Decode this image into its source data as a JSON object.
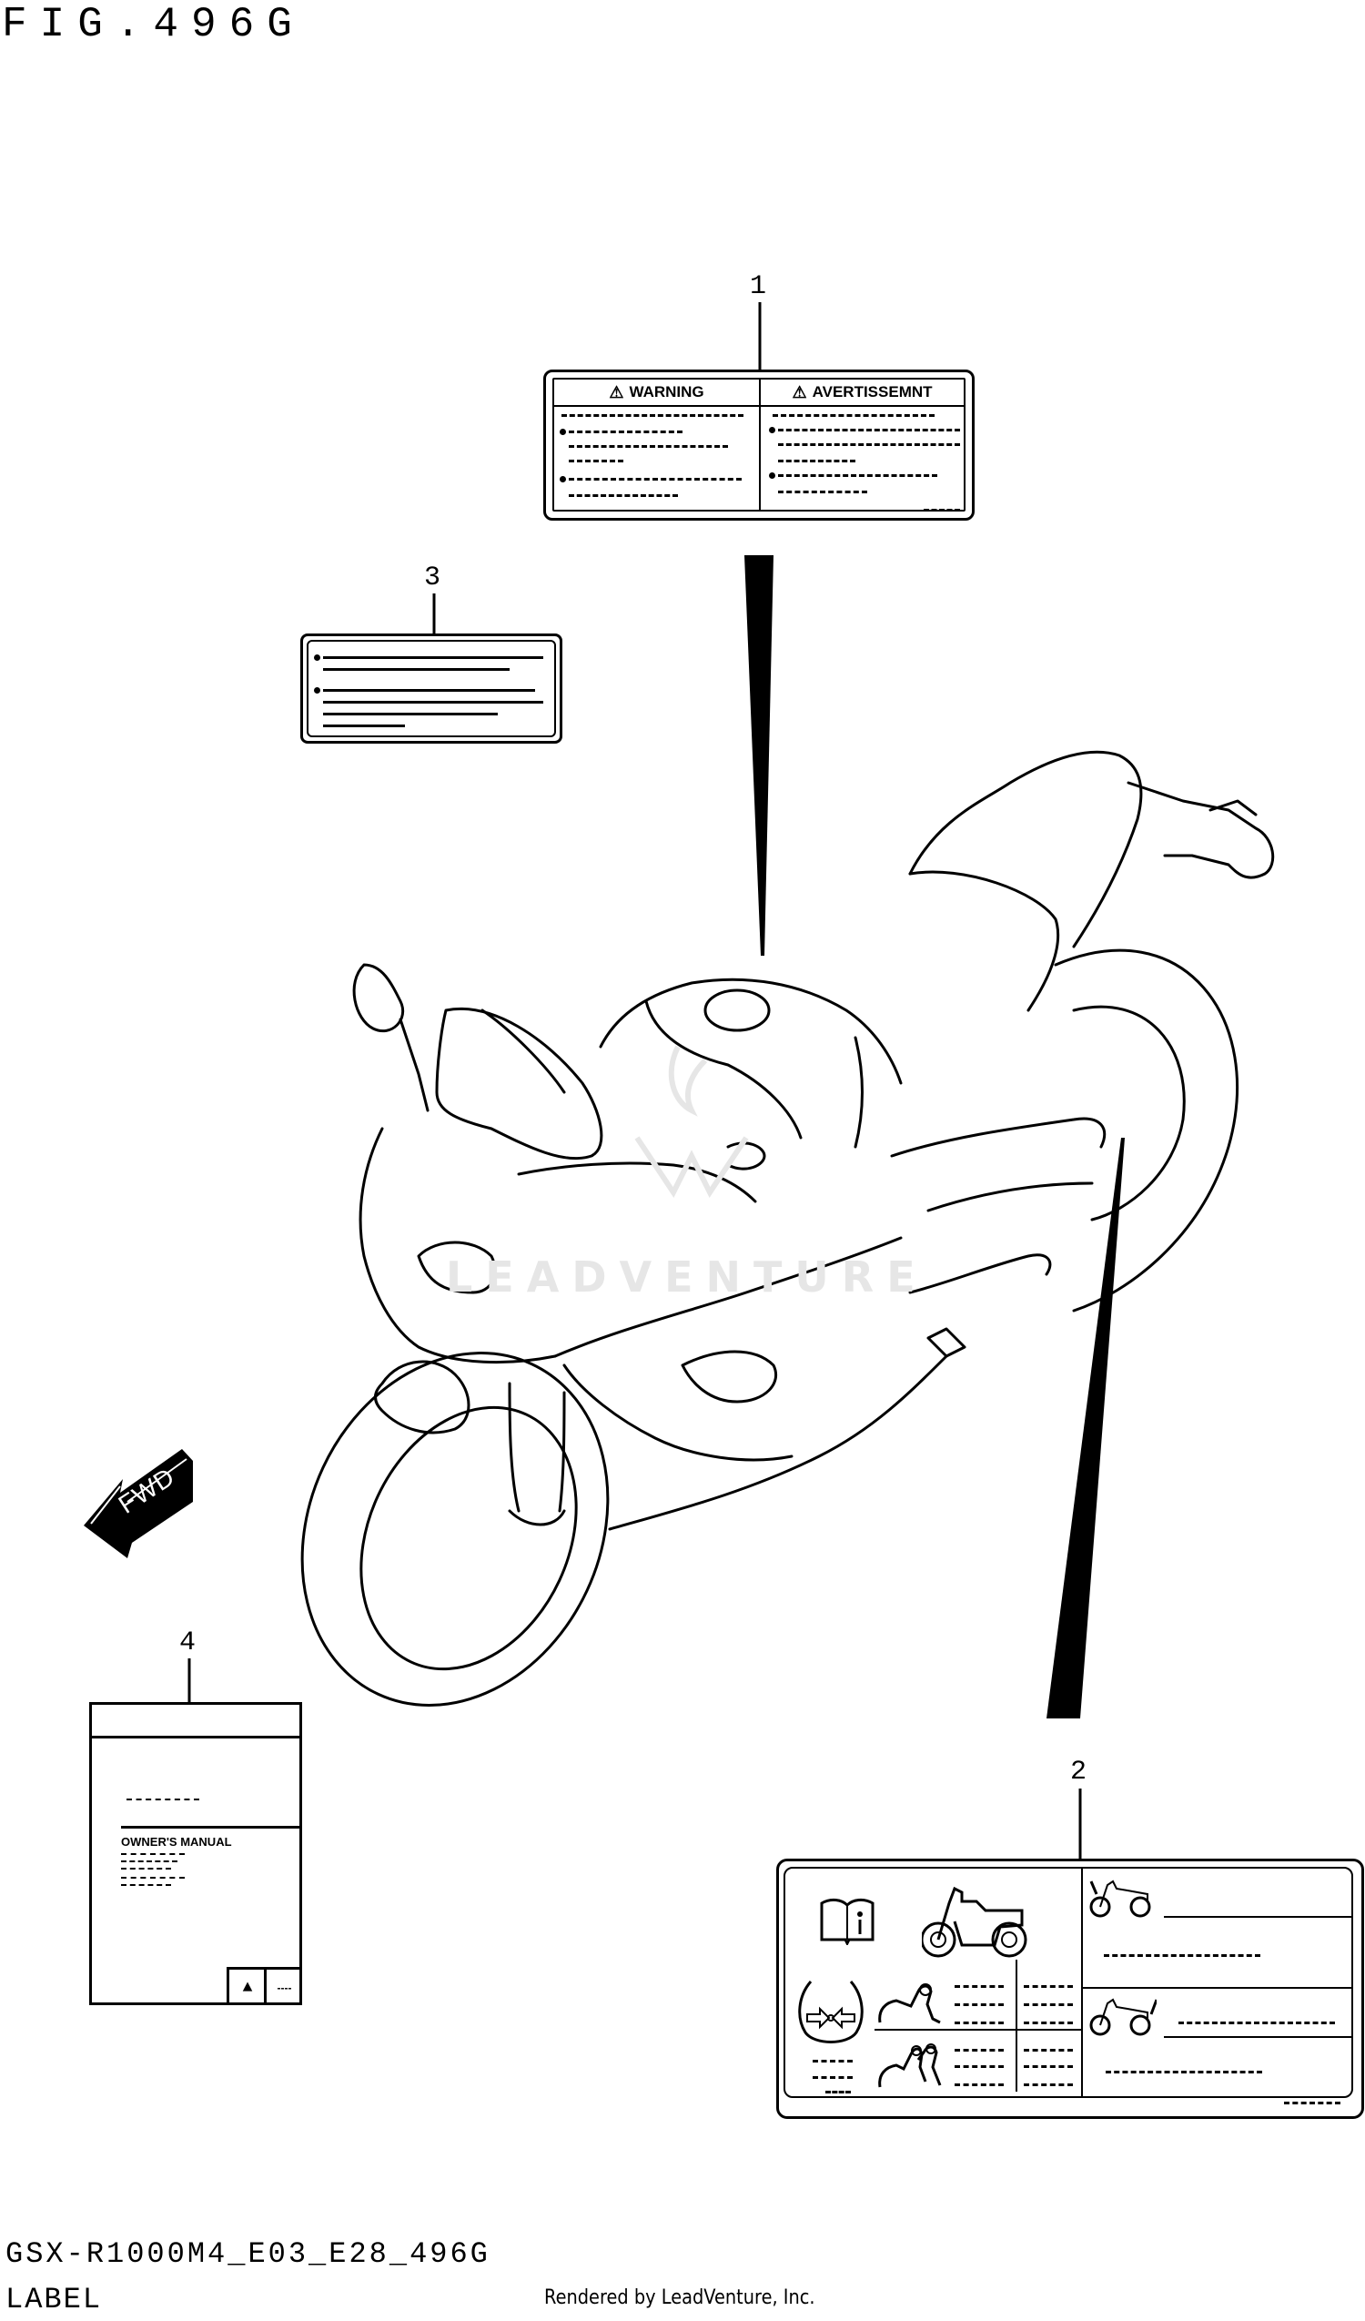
{
  "figure": {
    "title": "FIG.496G",
    "model_code": "GSX-R1000M4_E03_E28_496G",
    "section": "LABEL",
    "rendered_by": "Rendered by LeadVenture, Inc.",
    "watermark": "LEADVENTURE"
  },
  "callouts": [
    {
      "number": "1",
      "part": "warning-label"
    },
    {
      "number": "2",
      "part": "tire-info-label"
    },
    {
      "number": "3",
      "part": "info-label"
    },
    {
      "number": "4",
      "part": "owners-manual"
    }
  ],
  "label1": {
    "left_heading": "WARNING",
    "right_heading": "AVERTISSEMNT",
    "icon": "warning-triangle-icon"
  },
  "label4": {
    "title": "OWNER'S MANUAL",
    "badge_text": "----"
  },
  "fwd_arrow": {
    "text": "FWD"
  },
  "colors": {
    "ink": "#000000",
    "background": "#ffffff",
    "watermark": "#e6e6e6"
  }
}
